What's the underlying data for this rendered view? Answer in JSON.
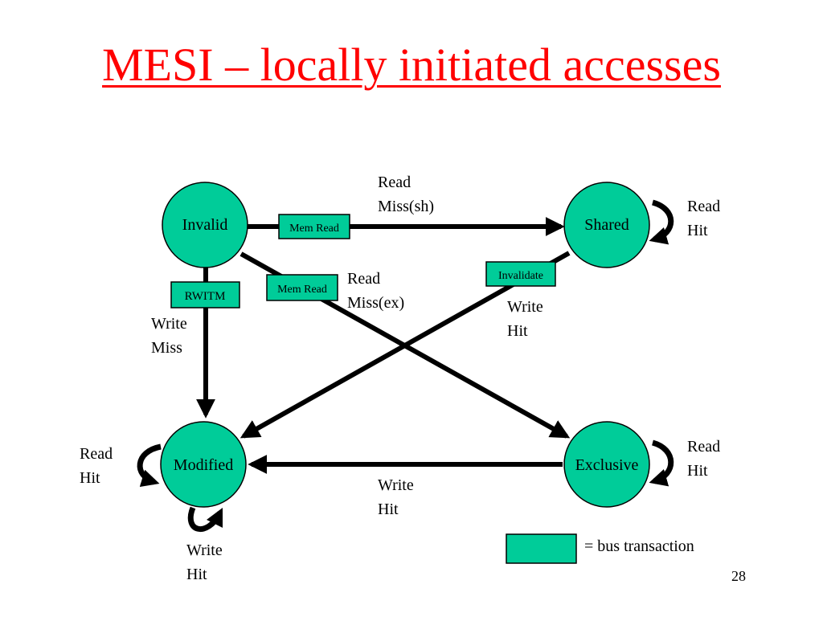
{
  "title": "MESI – locally initiated accesses",
  "colors": {
    "title": "#ff0000",
    "state_fill": "#00cc99",
    "box_fill": "#00cc99",
    "stroke": "#000000"
  },
  "states": {
    "invalid": "Invalid",
    "shared": "Shared",
    "modified": "Modified",
    "exclusive": "Exclusive"
  },
  "bus_boxes": {
    "mem_read_sh": "Mem Read",
    "mem_read_ex": "Mem Read",
    "rwitm": "RWITM",
    "invalidate": "Invalidate"
  },
  "transition_labels": {
    "read_miss_sh": [
      "Read",
      "Miss(sh)"
    ],
    "read_miss_ex": [
      "Read",
      "Miss(ex)"
    ],
    "write_miss": [
      "Write",
      "Miss"
    ],
    "write_hit_shared": [
      "Write",
      "Hit"
    ],
    "write_hit_exclusive": [
      "Write",
      "Hit"
    ],
    "read_hit_shared": [
      "Read",
      "Hit"
    ],
    "read_hit_exclusive": [
      "Read",
      "Hit"
    ],
    "read_hit_modified": [
      "Read",
      "Hit"
    ],
    "write_hit_modified": [
      "Write",
      "Hit"
    ]
  },
  "legend": {
    "text": "= bus transaction"
  },
  "page_number": "28"
}
